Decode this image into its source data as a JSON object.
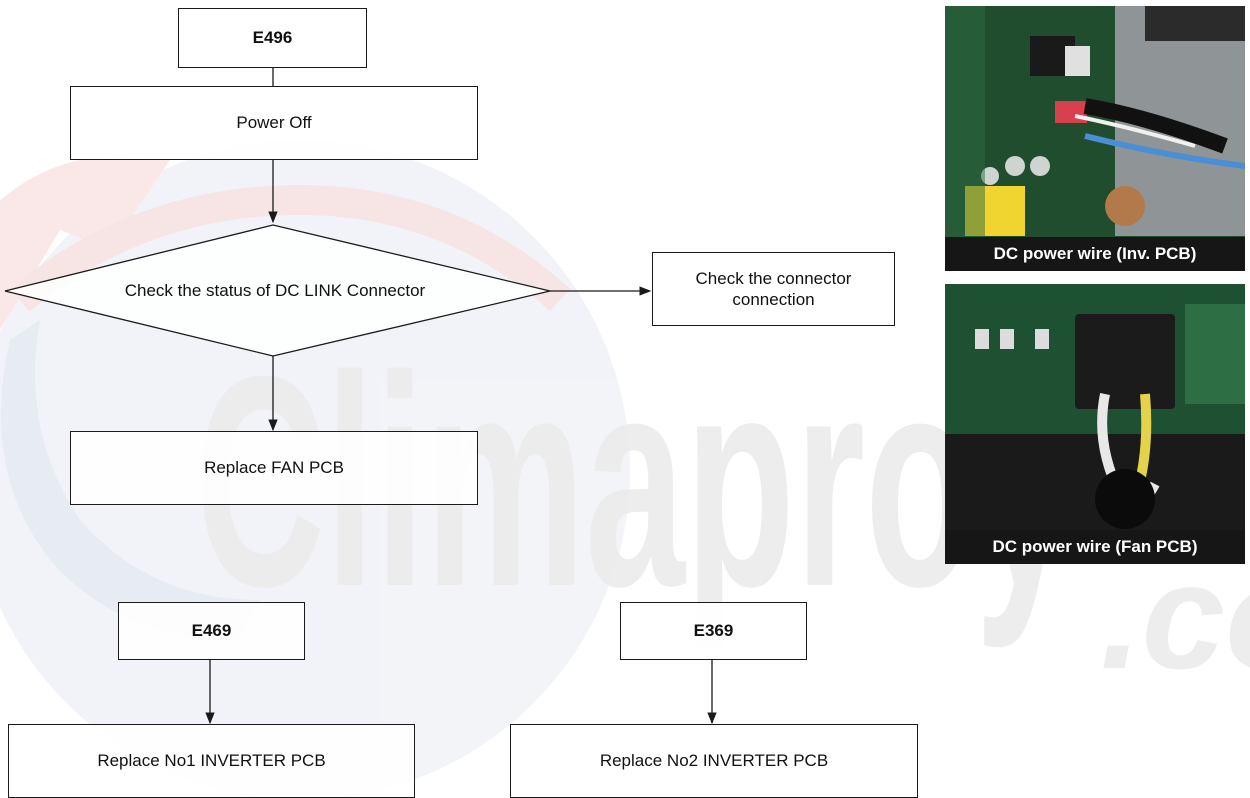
{
  "watermark": {
    "text": "Climaproy",
    "suffix": ".co"
  },
  "flow_e496": {
    "code": "E496",
    "step_power": "Power Off",
    "decision": "Check the status of DC LINK Connector",
    "branch_right": "Check the connector connection",
    "step_replace": "Replace FAN PCB"
  },
  "flow_e469": {
    "code": "E469",
    "step_replace": "Replace No1 INVERTER PCB"
  },
  "flow_e369": {
    "code": "E369",
    "step_replace": "Replace No2 INVERTER PCB"
  },
  "photos": [
    {
      "caption": "DC power wire (Inv. PCB)",
      "icon": "inverter-pcb-photo"
    },
    {
      "caption": "DC power wire (Fan PCB)",
      "icon": "fan-pcb-photo"
    }
  ]
}
